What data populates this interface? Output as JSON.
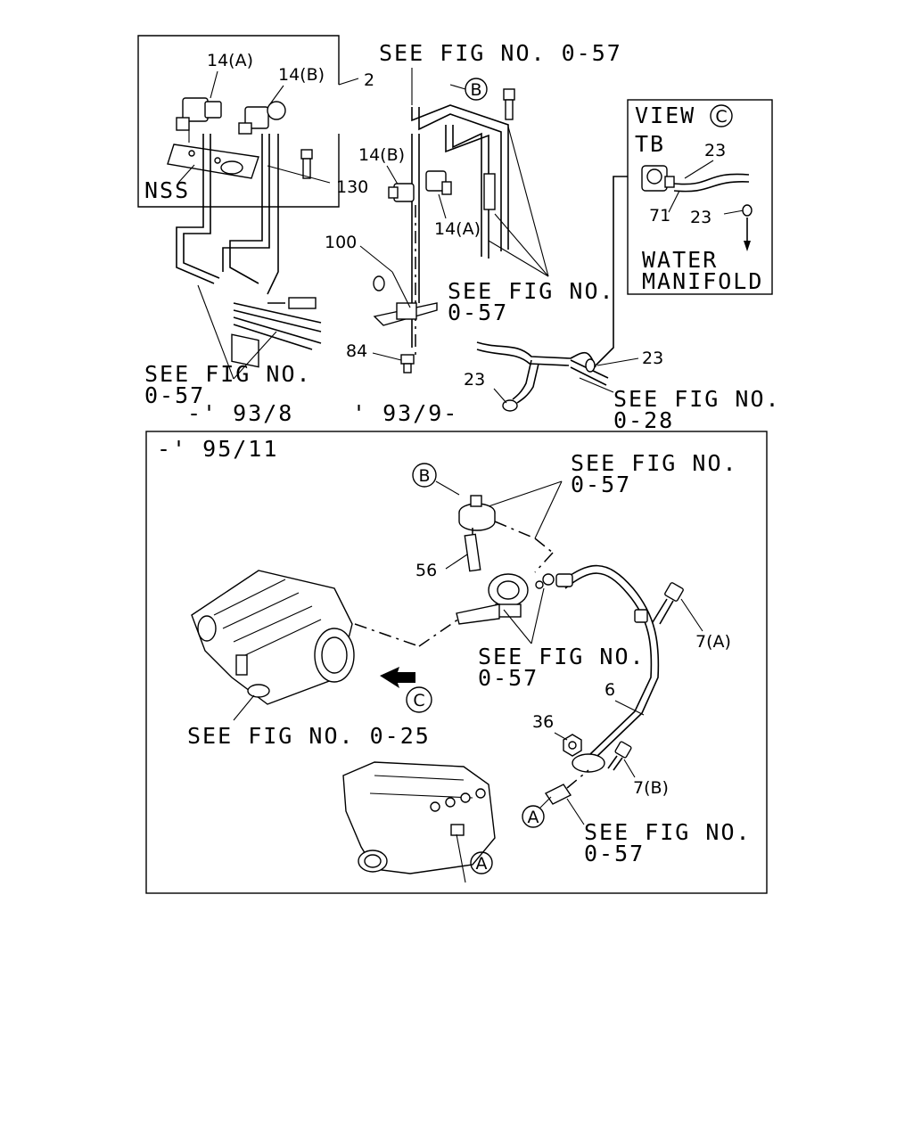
{
  "refs": {
    "see_057_top": "SEE FIG NO. 0-57",
    "see_fig": "SEE FIG NO.",
    "fig_057": "0-57",
    "fig_028": "0-28",
    "see_025": "SEE FIG NO. 0-25"
  },
  "view_c": {
    "title": "VIEW",
    "title_letter": "C",
    "tb": "TB",
    "water": "WATER",
    "manifold": "MANIFOLD"
  },
  "dates": {
    "upto_93_8": "-' 93/8",
    "from_93_9": "' 93/9-",
    "upto_95_11": "-' 95/11"
  },
  "parts": {
    "p14a": "14(A)",
    "p14b": "14(B)",
    "p2": "2",
    "nss": "NSS",
    "p130": "130",
    "p100": "100",
    "p84": "84",
    "p23": "23",
    "p71": "71",
    "p56": "56",
    "p7a": "7(A)",
    "p7b": "7(B)",
    "p6": "6",
    "p36": "36"
  },
  "callouts": {
    "a": "A",
    "b": "B",
    "c": "C"
  }
}
